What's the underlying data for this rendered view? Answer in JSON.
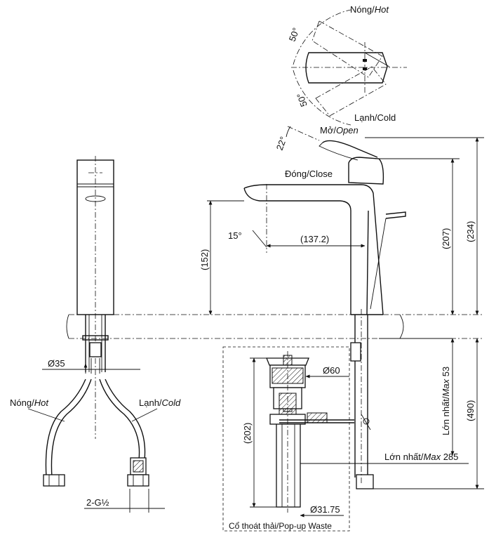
{
  "labels": {
    "hot_top": "Nóng/",
    "hot_top_it": "Hot",
    "cold_top": "Lạnh/Cold",
    "angle_50_a": "50°",
    "angle_50_b": "50°",
    "open": "Mở/",
    "open_it": "Open",
    "angle_22": "22°",
    "close": "Đóng/Close",
    "angle_15": "15°",
    "dim_1372": "(137.2)",
    "dim_152": "(152)",
    "dim_207": "(207)",
    "dim_234": "(234)",
    "dim_490": "(490)",
    "dim_202": "(202)",
    "phi35": "Ø35",
    "phi60": "Ø60",
    "phi3175": "Ø31.75",
    "max53": "Lớn nhất/",
    "max53_it": "Max",
    "max53_val": " 53",
    "max285": "Lớn nhất/",
    "max285_it": "Max",
    "max285_val": " 285",
    "hot_hose": "Nóng/",
    "hot_hose_it": "Hot",
    "cold_hose": "Lạnh/",
    "cold_hose_it": "Cold",
    "thread": "2-G½",
    "popup": "Cổ thoát thải/Pop-up Waste"
  }
}
